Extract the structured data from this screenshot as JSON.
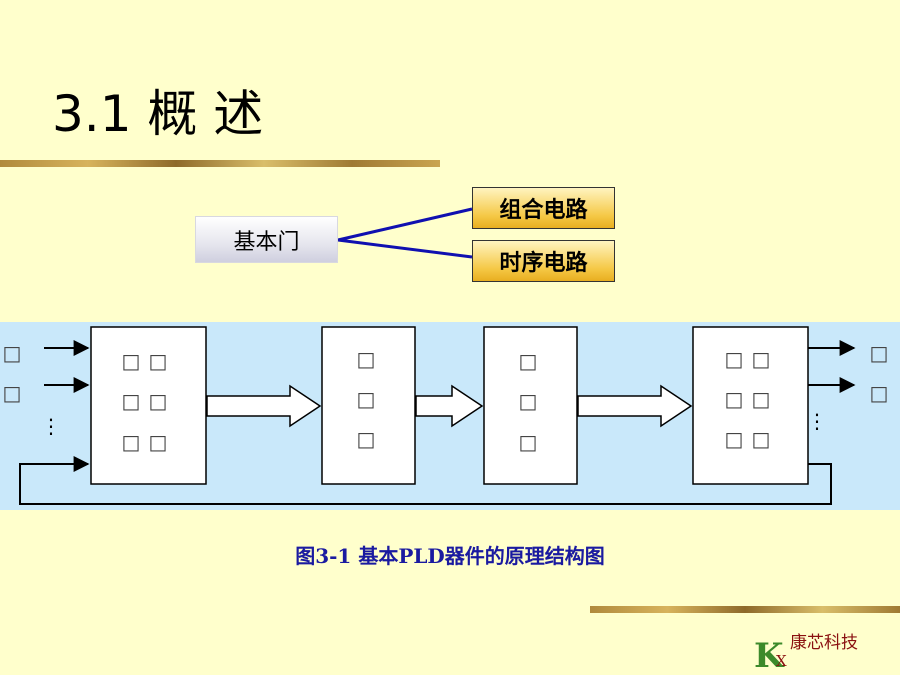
{
  "slide": {
    "title": "3.1  概    述"
  },
  "tree": {
    "root_label": "基本门",
    "branch_top": "组合电路",
    "branch_bottom": "时序电路"
  },
  "pld_diagram": {
    "block_glyph": "□",
    "left_labels": [
      "□",
      "□"
    ],
    "right_labels": [
      "□",
      "□"
    ],
    "ellipsis": "⋮"
  },
  "caption": "图3-1 基本PLD器件的原理结构图",
  "logo": {
    "mark_k": "K",
    "mark_x": "X",
    "text": "康芯科技"
  },
  "colors": {
    "background": "#FFFFCC",
    "diagram_band": "#C9E8FA",
    "connector_line": "#1010B0",
    "caption": "#1A1AA0",
    "logo_text": "#8A1010",
    "branch_box": "#F5C845"
  }
}
